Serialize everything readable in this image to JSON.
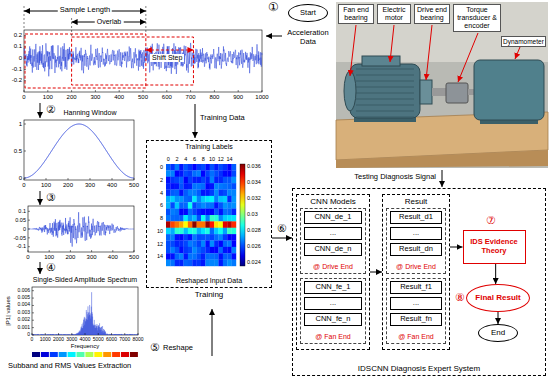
{
  "diagram": {
    "nodes": [
      {
        "text": [
          "Start"
        ]
      },
      {
        "text": [
          "Training Labels",
          "Reshaped Input Data",
          "Training"
        ]
      },
      {
        "text": [
          "IDSCNN Diagnosis Expert System"
        ]
      },
      {
        "text": [
          "CNN Models"
        ],
        "in": 2
      },
      {
        "text": [
          "@ Drive End"
        ],
        "in": 3
      },
      {
        "text": [
          "CNN_de_1"
        ],
        "in": 4
      },
      {
        "text": [
          "..."
        ],
        "in": 4
      },
      {
        "text": [
          "CNN_de_n"
        ],
        "in": 4
      },
      {
        "text": [
          "@ Fan End"
        ],
        "in": 3
      },
      {
        "text": [
          "CNN_fe_1"
        ],
        "in": 8
      },
      {
        "text": [
          "..."
        ],
        "in": 8
      },
      {
        "text": [
          "CNN_fe_n"
        ],
        "in": 8
      },
      {
        "text": [
          "Result"
        ],
        "in": 2
      },
      {
        "text": [
          "@ Drive End"
        ],
        "in": 12
      },
      {
        "text": [
          "Result_d1"
        ],
        "in": 13
      },
      {
        "text": [
          "..."
        ],
        "in": 13
      },
      {
        "text": [
          "Result_dn"
        ],
        "in": 13
      },
      {
        "text": [
          "@ Fan End"
        ],
        "in": 12
      },
      {
        "text": [
          "Result_f1"
        ],
        "in": 17
      },
      {
        "text": [
          "..."
        ],
        "in": 17
      },
      {
        "text": [
          "Result_fn"
        ],
        "in": 17
      },
      {
        "text": [
          "IDS Evidence Theory"
        ],
        "in": 2
      },
      {
        "text": [
          "Final Result"
        ],
        "in": 2
      },
      {
        "text": [
          "End"
        ],
        "in": 2
      }
    ],
    "edges": [
      {
        "from": 1,
        "to": 2,
        "arrow": "to",
        "label": "⑥"
      },
      {
        "from": 3,
        "to": 12,
        "arrow": "to"
      },
      {
        "from": 12,
        "to": 21,
        "arrow": "to"
      },
      {
        "from": 21,
        "to": 22,
        "arrow": "to"
      },
      {
        "from": 22,
        "to": 23,
        "arrow": "to"
      }
    ],
    "labels": [
      "①",
      "Acceleration Data",
      "Sample Length",
      "Overlab",
      "Shift Step",
      "0",
      "100",
      "200",
      "300",
      "400",
      "500",
      "600",
      "700",
      "800",
      "900",
      "1000",
      "0.2",
      "0.1",
      "0",
      "-0.1",
      "-0.2",
      "Fan end bearing",
      "Electric motor",
      "Drive end bearing",
      "Torque transducer & encoder",
      "Dynamometer",
      "②",
      "Hanning Window",
      "0",
      "100",
      "200",
      "300",
      "400",
      "500",
      "0",
      "0.5",
      "1",
      "③",
      "0",
      "100",
      "200",
      "300",
      "400",
      "500",
      "0.1",
      "0.05",
      "0",
      "-0.05",
      "-0.1",
      "④",
      "Single-Sided Amplitude Spectrum",
      "|P1| values",
      "Frequency",
      "0",
      "1000",
      "2000",
      "3000",
      "4000",
      "5000",
      "6000",
      "7000",
      "8000",
      "0.006",
      "0.005",
      "0.004",
      "0.003",
      "0.002",
      "0.001",
      "0",
      "Subband and RMS Values Extraction",
      "⑤",
      "Reshape",
      "Training Data",
      "Testing Diagnosis Signal",
      "0",
      "2",
      "4",
      "6",
      "8",
      "10",
      "12",
      "14",
      "0",
      "2",
      "4",
      "6",
      "8",
      "10",
      "12",
      "14",
      "0.036",
      "0.034",
      "0.032",
      "0.03",
      "0.028",
      "0.026",
      "0.024",
      "⑦",
      "⑧"
    ]
  }
}
